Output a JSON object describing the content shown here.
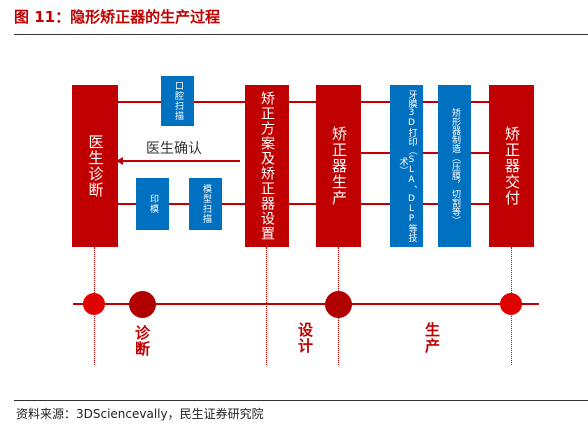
{
  "title": "图 11：隐形矫正器的生产过程",
  "boxes": {
    "diagnosis": "医生诊断",
    "plan": "矫正方案及矫正器设置",
    "production": "矫正器生产",
    "delivery": "矫正器交付",
    "oral_scan": "口腔扫描",
    "impression": "印模",
    "model_scan": "模型扫描",
    "print": "牙膜3D打印（SLA、DLP等技术）",
    "fabrication": "矫形器制造（压膜，切割等）"
  },
  "doctor_confirm": "医生确认",
  "stages": {
    "diagnosis": "诊断",
    "design": "设计",
    "production": "生产"
  },
  "source": "资料来源：3DSciencevally，民生证券研究院",
  "colors": {
    "red": "#c00000",
    "dark_red": "#8b0000",
    "blue": "#0070c0"
  }
}
